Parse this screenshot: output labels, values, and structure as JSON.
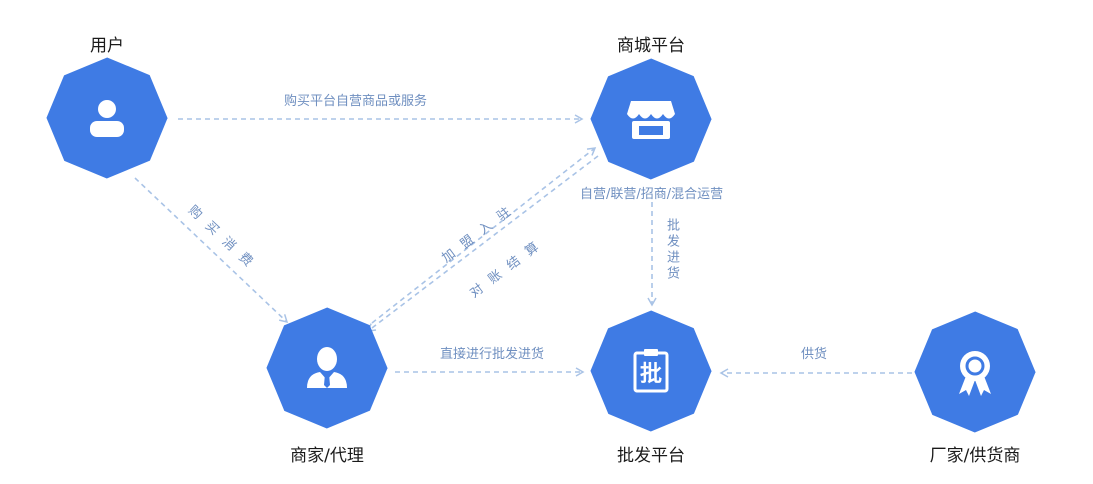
{
  "colors": {
    "node_fill": "#3f7be4",
    "icon": "#ffffff",
    "edge": "#a9c3e6",
    "edge_text": "#6f8fc0"
  },
  "nodes": {
    "user": {
      "label": "用户",
      "icon": "user-icon"
    },
    "mall": {
      "label": "商城平台",
      "icon": "storefront-icon"
    },
    "merchant": {
      "label": "商家/代理",
      "icon": "businessman-icon"
    },
    "wholesale": {
      "label": "批发平台",
      "icon": "clipboard-icon",
      "icon_char": "批"
    },
    "supplier": {
      "label": "厂家/供货商",
      "icon": "award-ribbon-icon"
    }
  },
  "edges": {
    "user_to_mall": "购买平台自营商品或服务",
    "user_to_merchant": "购买消费",
    "merchant_to_mall": "加盟入驻",
    "mall_to_merchant": "对账结算",
    "mall_modes": "自营/联营/招商/混合运营",
    "mall_to_wholesale": "批发进货",
    "merchant_to_wholesale": "直接进行批发进货",
    "supplier_to_wholesale": "供货"
  }
}
